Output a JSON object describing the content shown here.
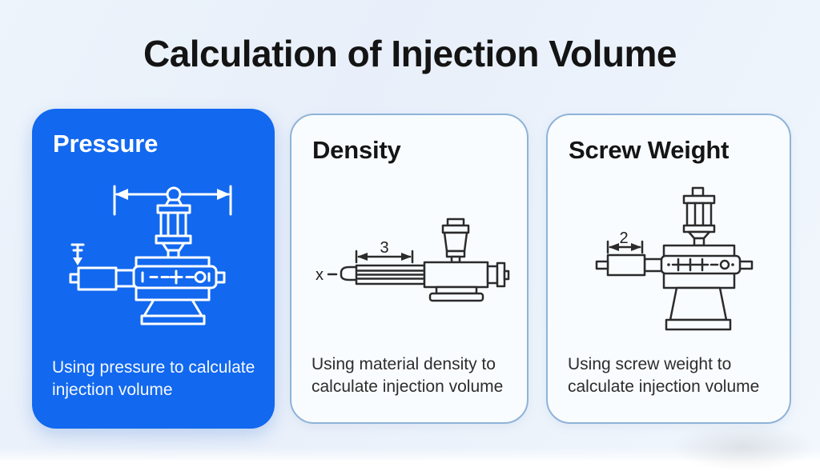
{
  "title": "Calculation of Injection Volume",
  "colors": {
    "accent_blue": "#1268ef",
    "card_background": "#f9fcfe",
    "card_border": "#8fb3d9",
    "page_background": "#eaf1fa",
    "title_text": "#141414",
    "dark_line": "#2b2b2b",
    "light_line": "#ffffff"
  },
  "cards": [
    {
      "heading": "Pressure",
      "description": "Using pressure to calculate injection volume",
      "diagram": {
        "name": "injection-molding-machine-front-view",
        "dimension_label": "",
        "axis_label": ""
      }
    },
    {
      "heading": "Density",
      "description": "Using material density to calculate injection volume",
      "diagram": {
        "name": "injection-molding-machine-side-view",
        "dimension_label": "3",
        "axis_label": "x"
      }
    },
    {
      "heading": "Screw Weight",
      "description": "Using screw weight to calculate injection volume",
      "diagram": {
        "name": "injection-molding-machine-front-view",
        "dimension_label": "2",
        "axis_label": ""
      }
    }
  ]
}
